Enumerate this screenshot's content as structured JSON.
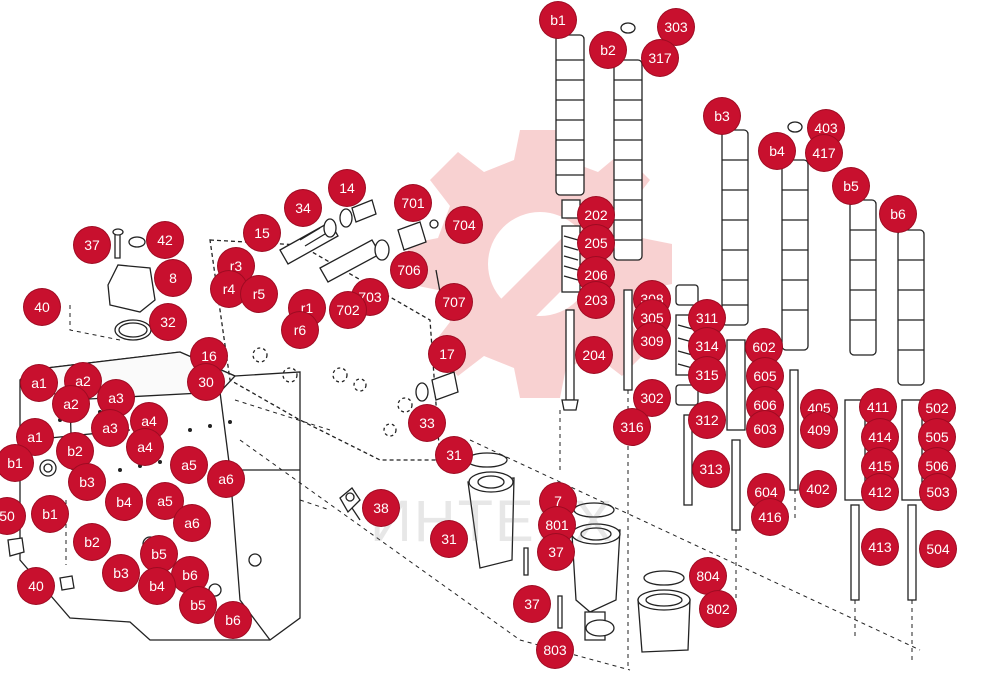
{
  "colors": {
    "callout": "#c8102e",
    "line": "#222222",
    "watermark": "#f4b6b6"
  },
  "watermark": {
    "text": "ИНТЕРХ"
  },
  "callouts": [
    {
      "label": "b1"
    },
    {
      "label": "303"
    },
    {
      "label": "b2"
    },
    {
      "label": "317"
    },
    {
      "label": "b3"
    },
    {
      "label": "403"
    },
    {
      "label": "b4"
    },
    {
      "label": "417"
    },
    {
      "label": "b5"
    },
    {
      "label": "b6"
    },
    {
      "label": "202"
    },
    {
      "label": "205"
    },
    {
      "label": "206"
    },
    {
      "label": "203"
    },
    {
      "label": "204"
    },
    {
      "label": "308"
    },
    {
      "label": "305"
    },
    {
      "label": "309"
    },
    {
      "label": "302"
    },
    {
      "label": "316"
    },
    {
      "label": "311"
    },
    {
      "label": "314"
    },
    {
      "label": "315"
    },
    {
      "label": "312"
    },
    {
      "label": "313"
    },
    {
      "label": "602"
    },
    {
      "label": "605"
    },
    {
      "label": "606"
    },
    {
      "label": "603"
    },
    {
      "label": "604"
    },
    {
      "label": "416"
    },
    {
      "label": "405"
    },
    {
      "label": "409"
    },
    {
      "label": "402"
    },
    {
      "label": "411"
    },
    {
      "label": "414"
    },
    {
      "label": "415"
    },
    {
      "label": "412"
    },
    {
      "label": "413"
    },
    {
      "label": "502"
    },
    {
      "label": "505"
    },
    {
      "label": "506"
    },
    {
      "label": "503"
    },
    {
      "label": "504"
    },
    {
      "label": "701"
    },
    {
      "label": "704"
    },
    {
      "label": "706"
    },
    {
      "label": "707"
    },
    {
      "label": "703"
    },
    {
      "label": "702"
    },
    {
      "label": "14"
    },
    {
      "label": "34"
    },
    {
      "label": "15"
    },
    {
      "label": "r3"
    },
    {
      "label": "r4"
    },
    {
      "label": "r5"
    },
    {
      "label": "r1"
    },
    {
      "label": "r6"
    },
    {
      "label": "17"
    },
    {
      "label": "33"
    },
    {
      "label": "37"
    },
    {
      "label": "42"
    },
    {
      "label": "8"
    },
    {
      "label": "40"
    },
    {
      "label": "32"
    },
    {
      "label": "16"
    },
    {
      "label": "30"
    },
    {
      "label": "a1"
    },
    {
      "label": "a2"
    },
    {
      "label": "a2"
    },
    {
      "label": "a3"
    },
    {
      "label": "a1"
    },
    {
      "label": "a3"
    },
    {
      "label": "a4"
    },
    {
      "label": "a4"
    },
    {
      "label": "b1"
    },
    {
      "label": "b2"
    },
    {
      "label": "b3"
    },
    {
      "label": "a5"
    },
    {
      "label": "a6"
    },
    {
      "label": "b4"
    },
    {
      "label": "a5"
    },
    {
      "label": "a6"
    },
    {
      "label": "b1"
    },
    {
      "label": "50"
    },
    {
      "label": "b2"
    },
    {
      "label": "b5"
    },
    {
      "label": "b3"
    },
    {
      "label": "b6"
    },
    {
      "label": "b4"
    },
    {
      "label": "40"
    },
    {
      "label": "b5"
    },
    {
      "label": "b6"
    },
    {
      "label": "38"
    },
    {
      "label": "31"
    },
    {
      "label": "7"
    },
    {
      "label": "31"
    },
    {
      "label": "801"
    },
    {
      "label": "37"
    },
    {
      "label": "804"
    },
    {
      "label": "802"
    },
    {
      "label": "37"
    },
    {
      "label": "803"
    }
  ]
}
